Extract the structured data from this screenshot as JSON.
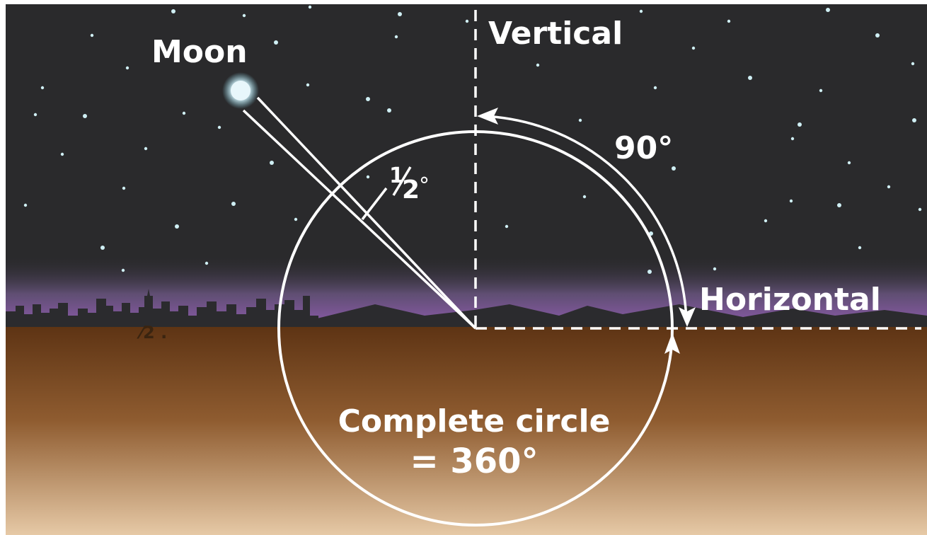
{
  "labels": {
    "moon": "Moon",
    "vertical": "Vertical",
    "horizontal": "Horizontal",
    "right_angle": "90°",
    "half_degree_num": "1",
    "half_degree_den": "2",
    "degree_mark": "°",
    "circle_line1": "Complete circle",
    "circle_line2": "= 360°",
    "ground_fragment": "⁄2 ."
  },
  "colors": {
    "sky": "#2a2a2c",
    "horizon_glow": "#7d5a9a",
    "skyline": "#2b2b2e",
    "ground_top": "#5e3414",
    "ground_bottom": "#e6c9a6",
    "lines": "#ffffff",
    "stars": "#cfeff4",
    "moon": "#e8f7fb"
  }
}
